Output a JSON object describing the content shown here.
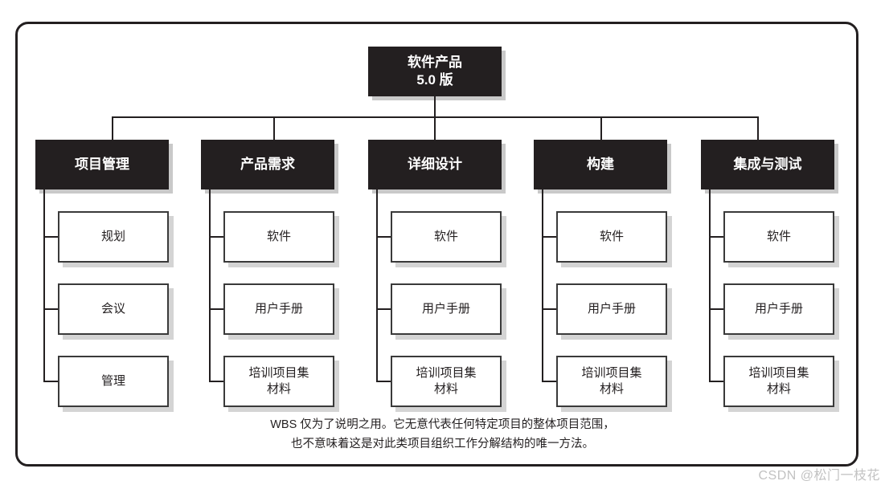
{
  "diagram": {
    "type": "work-breakdown-structure",
    "root": {
      "line1": "软件产品",
      "line2": "5.0 版"
    },
    "branches": [
      {
        "header": "项目管理",
        "children": [
          {
            "line1": "规划",
            "line2": ""
          },
          {
            "line1": "会议",
            "line2": ""
          },
          {
            "line1": "管理",
            "line2": ""
          }
        ]
      },
      {
        "header": "产品需求",
        "children": [
          {
            "line1": "软件",
            "line2": ""
          },
          {
            "line1": "用户手册",
            "line2": ""
          },
          {
            "line1": "培训项目集",
            "line2": "材料"
          }
        ]
      },
      {
        "header": "详细设计",
        "children": [
          {
            "line1": "软件",
            "line2": ""
          },
          {
            "line1": "用户手册",
            "line2": ""
          },
          {
            "line1": "培训项目集",
            "line2": "材料"
          }
        ]
      },
      {
        "header": "构建",
        "children": [
          {
            "line1": "软件",
            "line2": ""
          },
          {
            "line1": "用户手册",
            "line2": ""
          },
          {
            "line1": "培训项目集",
            "line2": "材料"
          }
        ]
      },
      {
        "header": "集成与测试",
        "children": [
          {
            "line1": "软件",
            "line2": ""
          },
          {
            "line1": "用户手册",
            "line2": ""
          },
          {
            "line1": "培训项目集",
            "line2": "材料"
          }
        ]
      }
    ]
  },
  "footnote": {
    "line1": "WBS 仅为了说明之用。它无意代表任何特定项目的整体项目范围，",
    "line2": "也不意味着这是对此类项目组织工作分解结构的唯一方法。"
  },
  "watermark": {
    "text": "CSDN @松门一枝花"
  },
  "colors": {
    "dark_fill": "#231f20",
    "dark_text": "#ffffff",
    "light_fill": "#ffffff",
    "light_border": "#3a3a3a",
    "shadow": "#d4d4d4",
    "connector": "#231f20",
    "watermark": "#c2c2c2"
  }
}
